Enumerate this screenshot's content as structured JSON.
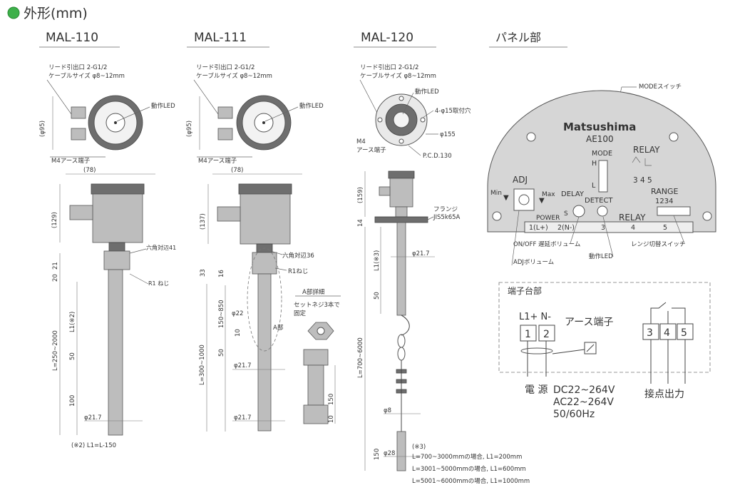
{
  "section_title": "外形(mm)",
  "colors": {
    "bullet": "#3db04a",
    "metal": "#bdbdbd",
    "panel": "#d6d6d6"
  },
  "mal110": {
    "title": "MAL-110",
    "lead_outlet": "リード引出口 2-G1/2",
    "cable_size": "ケーブルサイズ φ8~12mm",
    "led": "動作LED",
    "dia95": "(φ95)",
    "earth": "M4アース端子",
    "w78": "(78)",
    "h129": "(129)",
    "hex": "六角対辺41",
    "d21": "21",
    "d20": "20",
    "thread": "R1 ねじ",
    "l1": "L1(※2)",
    "l_range": "L=250~2000",
    "d50": "50",
    "d100": "100",
    "dia217": "φ21.7",
    "note": "(※2) L1=L-150"
  },
  "mal111": {
    "title": "MAL-111",
    "lead_outlet": "リード引出口 2-G1/2",
    "cable_size": "ケーブルサイズ φ8~12mm",
    "led": "動作LED",
    "dia95": "(φ95)",
    "earth": "M4アース端子",
    "w78": "(78)",
    "h137": "(137)",
    "hex": "六角対辺36",
    "d33": "33",
    "d16": "16",
    "thread": "R1ねじ",
    "detail_title": "A部詳細",
    "setscrew": "セットネジ3本で",
    "fixed": "固定",
    "r150_850": "150~850",
    "l_range": "L=300~1000",
    "dia22": "φ22",
    "d10": "10",
    "part_a": "A部",
    "d50": "50",
    "dia217a": "φ21.7",
    "dia217b": "φ21.7",
    "d150": "150",
    "d10b": "10"
  },
  "mal120": {
    "title": "MAL-120",
    "lead_outlet": "リード引出口 2-G1/2",
    "cable_size": "ケーブルサイズ φ8~12mm",
    "led": "動作LED",
    "holes": "4-φ15取付穴",
    "dia155": "φ155",
    "m4": "M4",
    "earth": "アース端子",
    "pcd": "P.C.D.130",
    "h159": "(159)",
    "flange": "フランジ",
    "jis": "JIS5k65A",
    "d14": "14",
    "l1": "L1(※3)",
    "dia217": "φ21.7",
    "d50": "50",
    "l_range": "L=700~6000",
    "dia8": "φ8",
    "d150": "150",
    "dia28": "φ28",
    "note_head": "(※3)",
    "note1": "L=700~3000mmの場合, L1=200mm",
    "note2": "L=3001~5000mmの場合, L1=600mm",
    "note3": "L=5001~6000mmの場合, L1=1000mm"
  },
  "panel": {
    "title": "パネル部",
    "mode_switch": "MODEスイッチ",
    "brand": "Matsushima",
    "model": "AE100",
    "mode": "MODE",
    "h": "H",
    "l": "L",
    "relay_top": "RELAY",
    "relay_nums": "3 4 5",
    "adj": "ADJ",
    "min": "Min",
    "max": "Max",
    "delay": "DELAY",
    "s": "S",
    "detect": "DETECT",
    "range": "RANGE",
    "range_nums": "1234",
    "power": "POWER",
    "relay_bottom": "RELAY",
    "term_1": "1(L+)",
    "term_2": "2(N-)",
    "term_3": "3",
    "term_4": "4",
    "term_5": "5",
    "onoff": "ON/OFF 遅延ボリューム",
    "range_switch": "レンジ切替スイッチ",
    "adj_vol": "ADJボリューム",
    "led": "動作LED"
  },
  "terminal": {
    "title": "端子台部",
    "polarity": "L1+ N-",
    "t1": "1",
    "t2": "2",
    "earth": "アース端子",
    "t3": "3",
    "t4": "4",
    "t5": "5",
    "power_label": "電 源",
    "dc": "DC22~264V",
    "ac": "AC22~264V",
    "freq": "50/60Hz",
    "contact": "接点出力"
  }
}
